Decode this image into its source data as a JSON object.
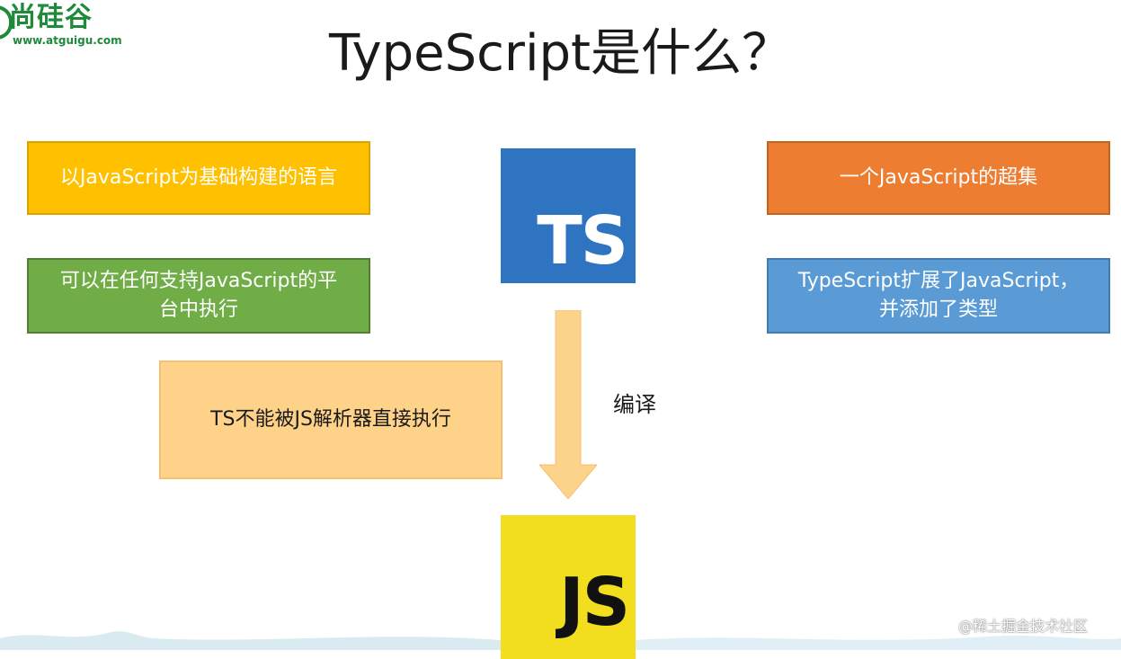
{
  "logo": {
    "name": "尚硅谷",
    "url": "www.atguigu.com"
  },
  "title": "TypeScript是什么？",
  "boxes": {
    "yellow": "以JavaScript为基础构建的语言",
    "green": "可以在任何支持JavaScript的平台中执行",
    "peach": "TS不能被JS解析器直接执行",
    "orange": "一个JavaScript的超集",
    "blue": "TypeScript扩展了JavaScript，并添加了类型"
  },
  "ts_logo": "TS",
  "js_logo": "JS",
  "compile_label": "编译",
  "watermark": "@稀土掘金技术社区",
  "colors": {
    "yellow": "#ffc000",
    "green": "#70ad47",
    "orange": "#ed7d31",
    "blue": "#5b9bd5",
    "peach": "#ffd28a",
    "ts_blue": "#2f74c0",
    "js_yellow": "#f3dd1f",
    "arrow": "#fbd38a",
    "logo_green": "#1e8a3a"
  },
  "icons": {
    "logo": "atguigu-logo-icon",
    "arrow": "arrow-down-icon"
  }
}
